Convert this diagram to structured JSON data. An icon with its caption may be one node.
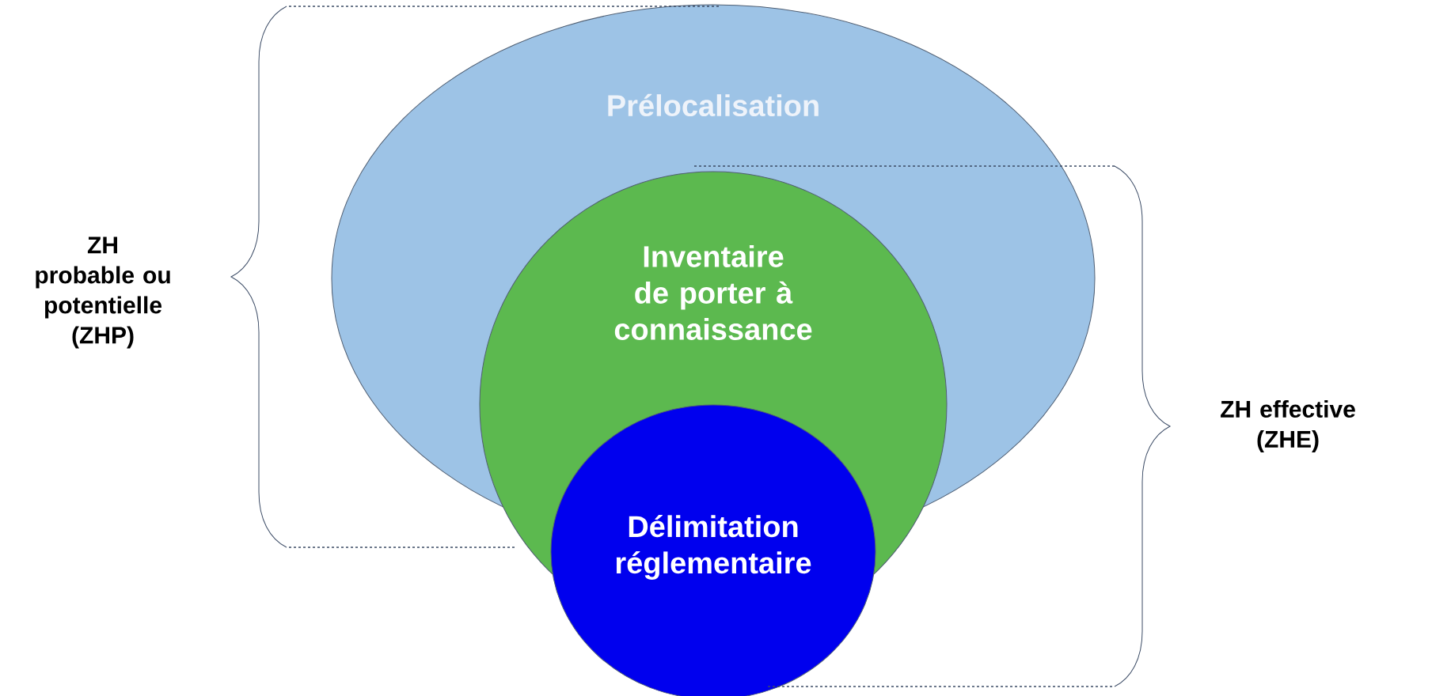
{
  "diagram": {
    "nodes": [
      {
        "text": [
          "Prélocalisation"
        ]
      },
      {
        "text": [
          "Inventaire de porter à connaissance"
        ]
      },
      {
        "text": [
          "Délimitation réglementaire"
        ]
      }
    ],
    "labels": [
      "ZH probable ou potentielle (ZHP)",
      "ZH effective (ZHE)"
    ]
  }
}
